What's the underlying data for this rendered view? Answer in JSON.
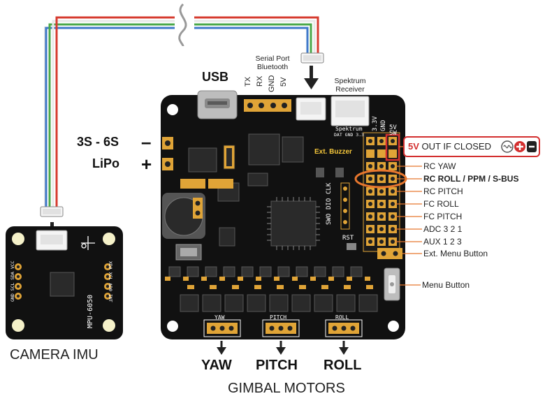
{
  "top_labels": {
    "usb": "USB",
    "serial_port": [
      "Serial Port",
      "Bluetooth"
    ],
    "spektrum": [
      "Spektrum",
      "Receiver"
    ],
    "serial_pins": [
      "TX",
      "RX",
      "GND",
      "5V"
    ]
  },
  "power": {
    "battery": "3S - 6S",
    "battery_type": "LiPo",
    "minus": "–",
    "plus": "+"
  },
  "right_labels": {
    "five_v": "5V",
    "out_if_closed": "OUT IF CLOSED",
    "rc_yaw": "RC YAW",
    "rc_roll": "RC ROLL / PPM / S-BUS",
    "rc_pitch": "RC PITCH",
    "fc_roll": "FC ROLL",
    "fc_pitch": "FC PITCH",
    "adc": "ADC 3 2 1",
    "aux": "AUX  1 2 3",
    "ext_menu": "Ext. Menu Button",
    "menu": "Menu Button"
  },
  "board_silk": {
    "ext_buzzer": "Ext. Buzzer",
    "header_33": "3.3V",
    "header_gnd": "GND",
    "header_5v": "5V",
    "header_sw": "SW",
    "clk": "CLK",
    "dio": "DIO",
    "swo": "SWO",
    "rst": "RST",
    "spektrum_silk": "Spektrum",
    "spektrum_pins": "DAT GND 3.3",
    "yaw": "YAW",
    "pitch": "PITCH",
    "roll": "ROLL"
  },
  "motors": {
    "yaw": "YAW",
    "pitch": "PITCH",
    "roll": "ROLL",
    "caption": "GIMBAL MOTORS"
  },
  "imu": {
    "model": "MPU-6050",
    "pins_left": "GND SCL SDA VCC",
    "pins_right": "XDA XCL AD0 INT",
    "caption": "CAMERA IMU"
  },
  "colors": {
    "board": "#111111",
    "wire_red": "#d63b2f",
    "wire_white": "#e8e8e8",
    "wire_green": "#4aa84a",
    "wire_blue": "#3f78c9",
    "highlight": "#e8772e",
    "alert": "#d32f2f",
    "pad_gold": "#e0a437"
  }
}
